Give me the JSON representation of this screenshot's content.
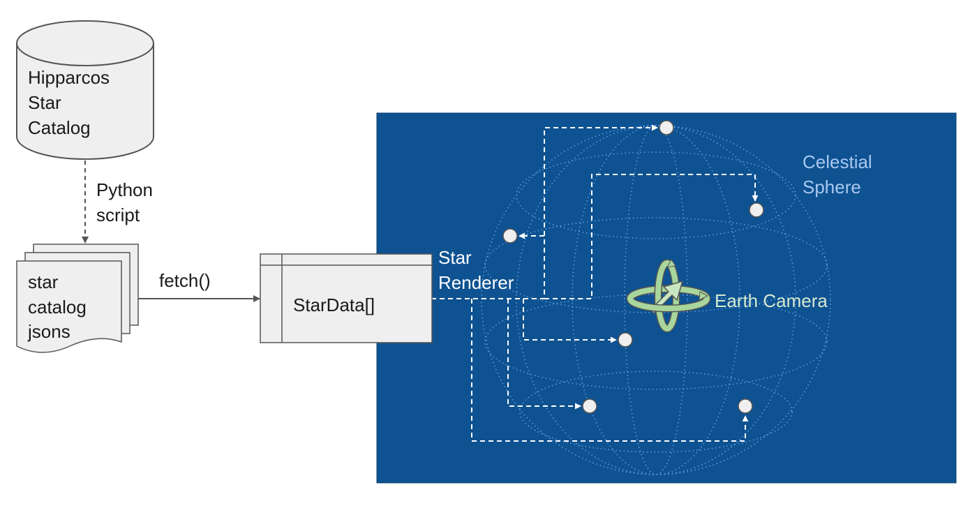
{
  "database": {
    "line1": "Hipparcos",
    "line2": "Star",
    "line3": "Catalog"
  },
  "script_label": {
    "line1": "Python",
    "line2": "script"
  },
  "documents": {
    "line1": "star",
    "line2": "catalog",
    "line3": "jsons"
  },
  "fetch_label": "fetch()",
  "star_data_box": "StarData[]",
  "renderer_label": {
    "line1": "Star",
    "line2": "Renderer"
  },
  "sphere_label": {
    "line1": "Celestial",
    "line2": "Sphere"
  },
  "camera_label": "Earth Camera",
  "colors": {
    "panel_bg": "#0e5291",
    "grid_lines": "#5f9be0",
    "sphere_text": "#a9c8f0",
    "camera_text": "#d6ead0",
    "camera_arrow": "#a8d69c",
    "shape_fill": "#efefef"
  }
}
